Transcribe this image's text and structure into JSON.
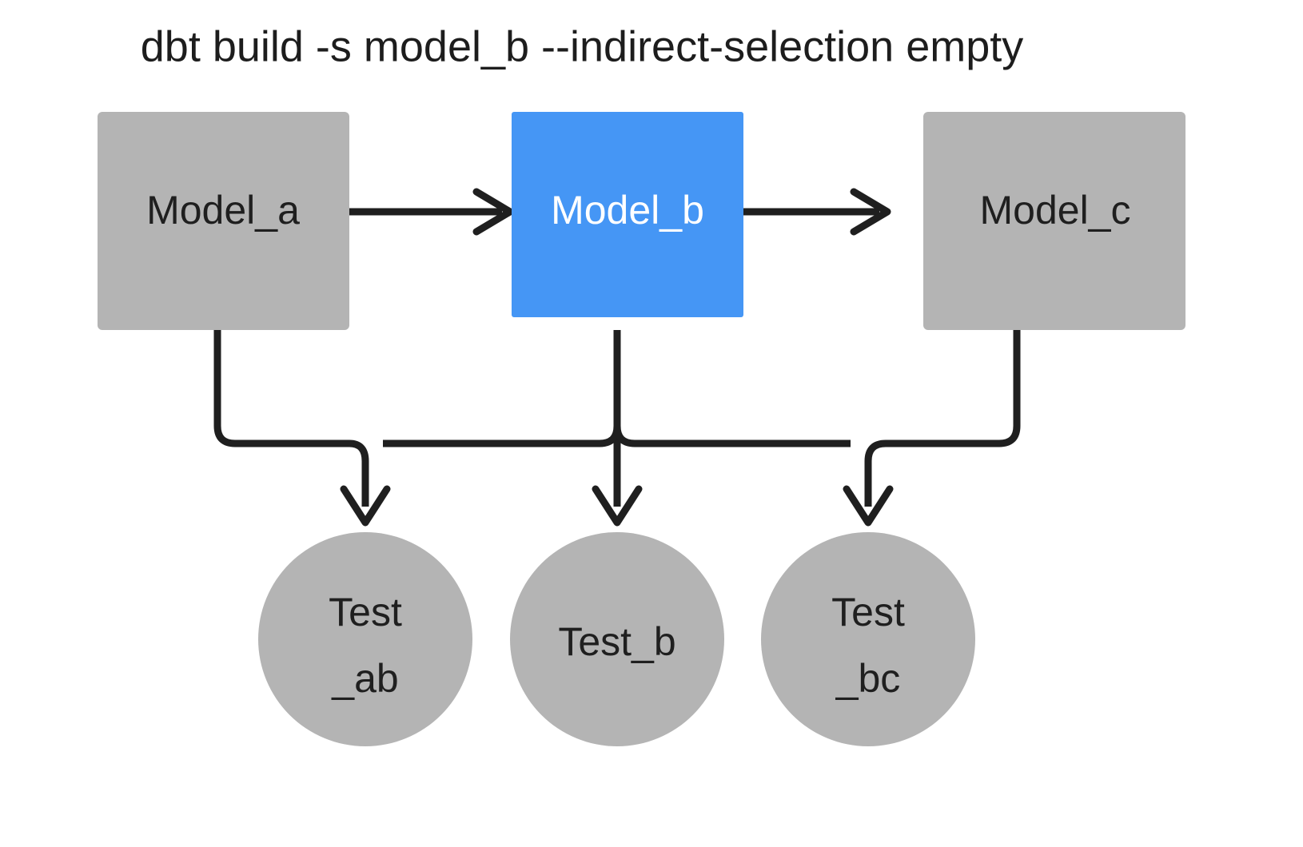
{
  "title": "dbt build -s model_b --indirect-selection empty",
  "colors": {
    "selected": "#4596f5",
    "unselected": "#b4b4b4",
    "edge": "#1f1f1f",
    "text_dark": "#1f1f1f",
    "text_light": "#ffffff",
    "background": "#ffffff"
  },
  "models": [
    {
      "id": "model_a",
      "label": "Model_a",
      "state": "unselected"
    },
    {
      "id": "model_b",
      "label": "Model_b",
      "state": "selected"
    },
    {
      "id": "model_c",
      "label": "Model_c",
      "state": "unselected"
    }
  ],
  "tests": [
    {
      "id": "test_ab",
      "line1": "Test",
      "line2": "_ab",
      "state": "unselected"
    },
    {
      "id": "test_b",
      "line1": "Test_b",
      "line2": "",
      "state": "unselected"
    },
    {
      "id": "test_bc",
      "line1": "Test",
      "line2": "_bc",
      "state": "unselected"
    }
  ],
  "edges": [
    {
      "from": "model_a",
      "to": "model_b",
      "kind": "model-to-model"
    },
    {
      "from": "model_b",
      "to": "model_c",
      "kind": "model-to-model"
    },
    {
      "from": "model_a",
      "to": "test_ab",
      "kind": "model-to-test"
    },
    {
      "from": "model_b",
      "to": "test_ab",
      "kind": "model-to-test"
    },
    {
      "from": "model_b",
      "to": "test_b",
      "kind": "model-to-test"
    },
    {
      "from": "model_b",
      "to": "test_bc",
      "kind": "model-to-test"
    },
    {
      "from": "model_c",
      "to": "test_bc",
      "kind": "model-to-test"
    }
  ]
}
